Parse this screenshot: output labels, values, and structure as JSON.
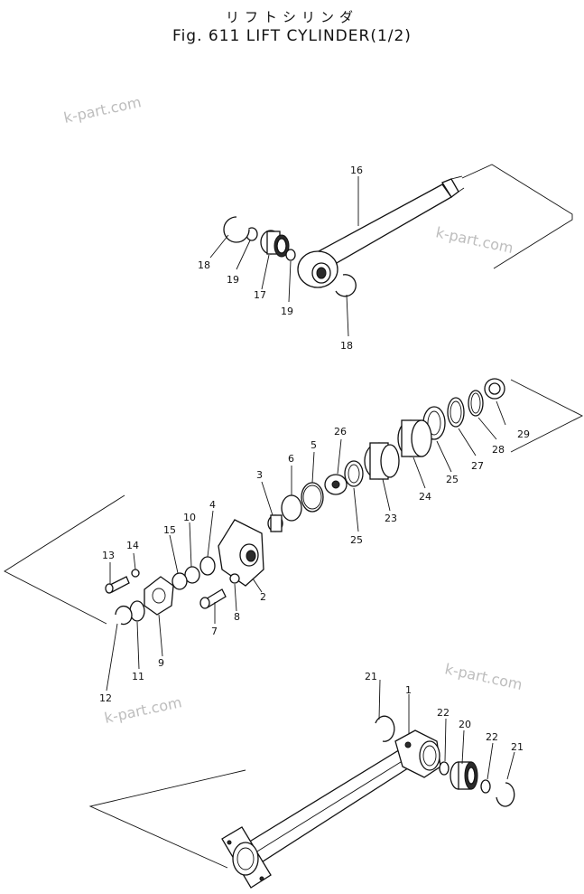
{
  "header": {
    "title_jp": "リフトシリンダ",
    "title_en": "Fig. 611 LIFT CYLINDER(1/2)"
  },
  "watermark": {
    "text": "k-part.com",
    "color": "#bdbdbd"
  },
  "callouts": {
    "c1": "1",
    "c2": "2",
    "c3": "3",
    "c4": "4",
    "c5": "5",
    "c6": "6",
    "c7": "7",
    "c8": "8",
    "c9": "9",
    "c10": "10",
    "c11": "11",
    "c12": "12",
    "c13": "13",
    "c14": "14",
    "c15": "15",
    "c16": "16",
    "c17": "17",
    "c18a": "18",
    "c18b": "18",
    "c19a": "19",
    "c19b": "19",
    "c20": "20",
    "c21a": "21",
    "c21b": "21",
    "c22a": "22",
    "c22b": "22",
    "c23": "23",
    "c24": "24",
    "c25a": "25",
    "c25b": "25",
    "c26": "26",
    "c27": "27",
    "c28": "28",
    "c29": "29"
  }
}
